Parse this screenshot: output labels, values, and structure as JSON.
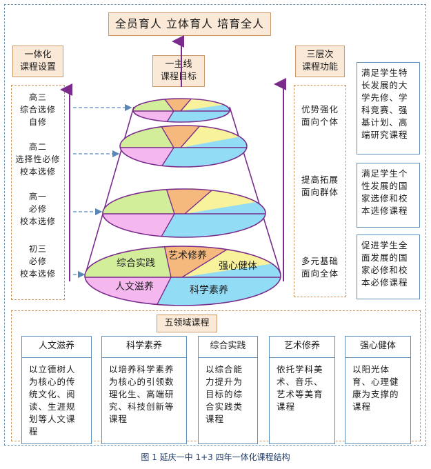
{
  "top_title": "全员育人  立体育人  培育全人",
  "left_title": [
    "一体化",
    "课程设置"
  ],
  "center_title": [
    "一主线",
    "课程目标"
  ],
  "right_title": [
    "三层次",
    "课程功能"
  ],
  "grades": [
    {
      "lines": [
        "高三",
        "综合选修",
        "自修"
      ]
    },
    {
      "lines": [
        "高二",
        "选择性必修",
        "校本选修"
      ]
    },
    {
      "lines": [
        "高一",
        "必修",
        "校本选修"
      ]
    },
    {
      "lines": [
        "初三",
        "必修",
        "校本选修"
      ]
    }
  ],
  "functions": [
    {
      "lines": [
        "优势强化",
        "面向个体"
      ],
      "desc": "满足学生特长发展的大学先修、学科竞赛、强基计划、高端研究课程"
    },
    {
      "lines": [
        "提高拓展",
        "面向群体"
      ],
      "desc": "满足学生个性发展的国家选修和校本选修课程"
    },
    {
      "lines": [
        "多元基础",
        "面向全体"
      ],
      "desc": "促进学生全面发展的国家必修和校本必修课程"
    }
  ],
  "bottom_labels": {
    "zonghe": "综合实践",
    "yishu": "艺术修养",
    "qiangxin": "强心健体",
    "renwen": "人文滋养",
    "kexue": "科学素养"
  },
  "domains_title": "五领域课程",
  "domains": [
    {
      "name": "人文滋养",
      "desc": "以立德树人为核心的传统文化、阅读、生涯规划等人文课程"
    },
    {
      "name": "科学素养",
      "desc": "以培养科学素养为核心的引领数理化生、高端研究、科技创新等课程"
    },
    {
      "name": "综合实践",
      "desc": "以综合能力提升为目标的综合实践类课程"
    },
    {
      "name": "艺术修养",
      "desc": "依托学科美术、音乐、艺术等美育课程"
    },
    {
      "name": "强心健体",
      "desc": "以阳光体育、心理健康为支撑的课程"
    }
  ],
  "caption": "图 1  延庆一中 1+3 四年一体化课程结构",
  "colors": {
    "green": "#d3ee9a",
    "orange": "#f5b97e",
    "yellow": "#f8f29c",
    "pink": "#f4b7ee",
    "blue": "#92dcf6",
    "purple": "#7a2b8c",
    "arrow_blue": "#5b87b8",
    "dash_orange": "#c9935a"
  }
}
